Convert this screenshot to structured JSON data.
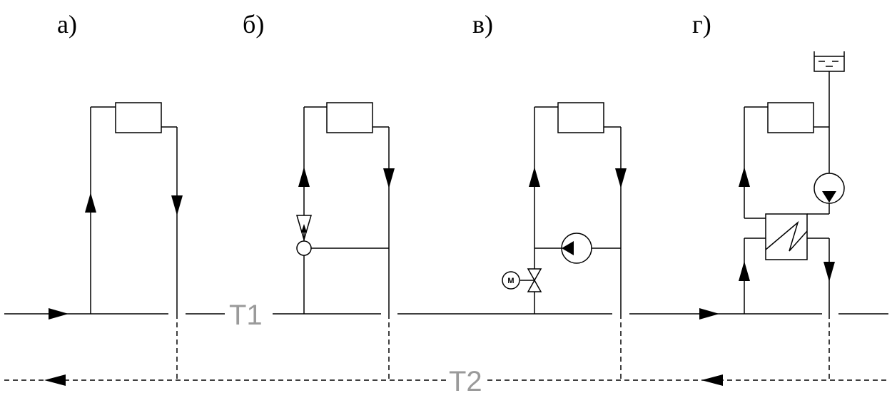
{
  "panels": [
    {
      "id": "a",
      "label": "а)"
    },
    {
      "id": "b",
      "label": "б)"
    },
    {
      "id": "v",
      "label": "в)"
    },
    {
      "id": "g",
      "label": "г)"
    }
  ],
  "pipes": {
    "supply_label": "T1",
    "return_label": "T2"
  },
  "devices": {
    "motor_valve_label": "M"
  }
}
